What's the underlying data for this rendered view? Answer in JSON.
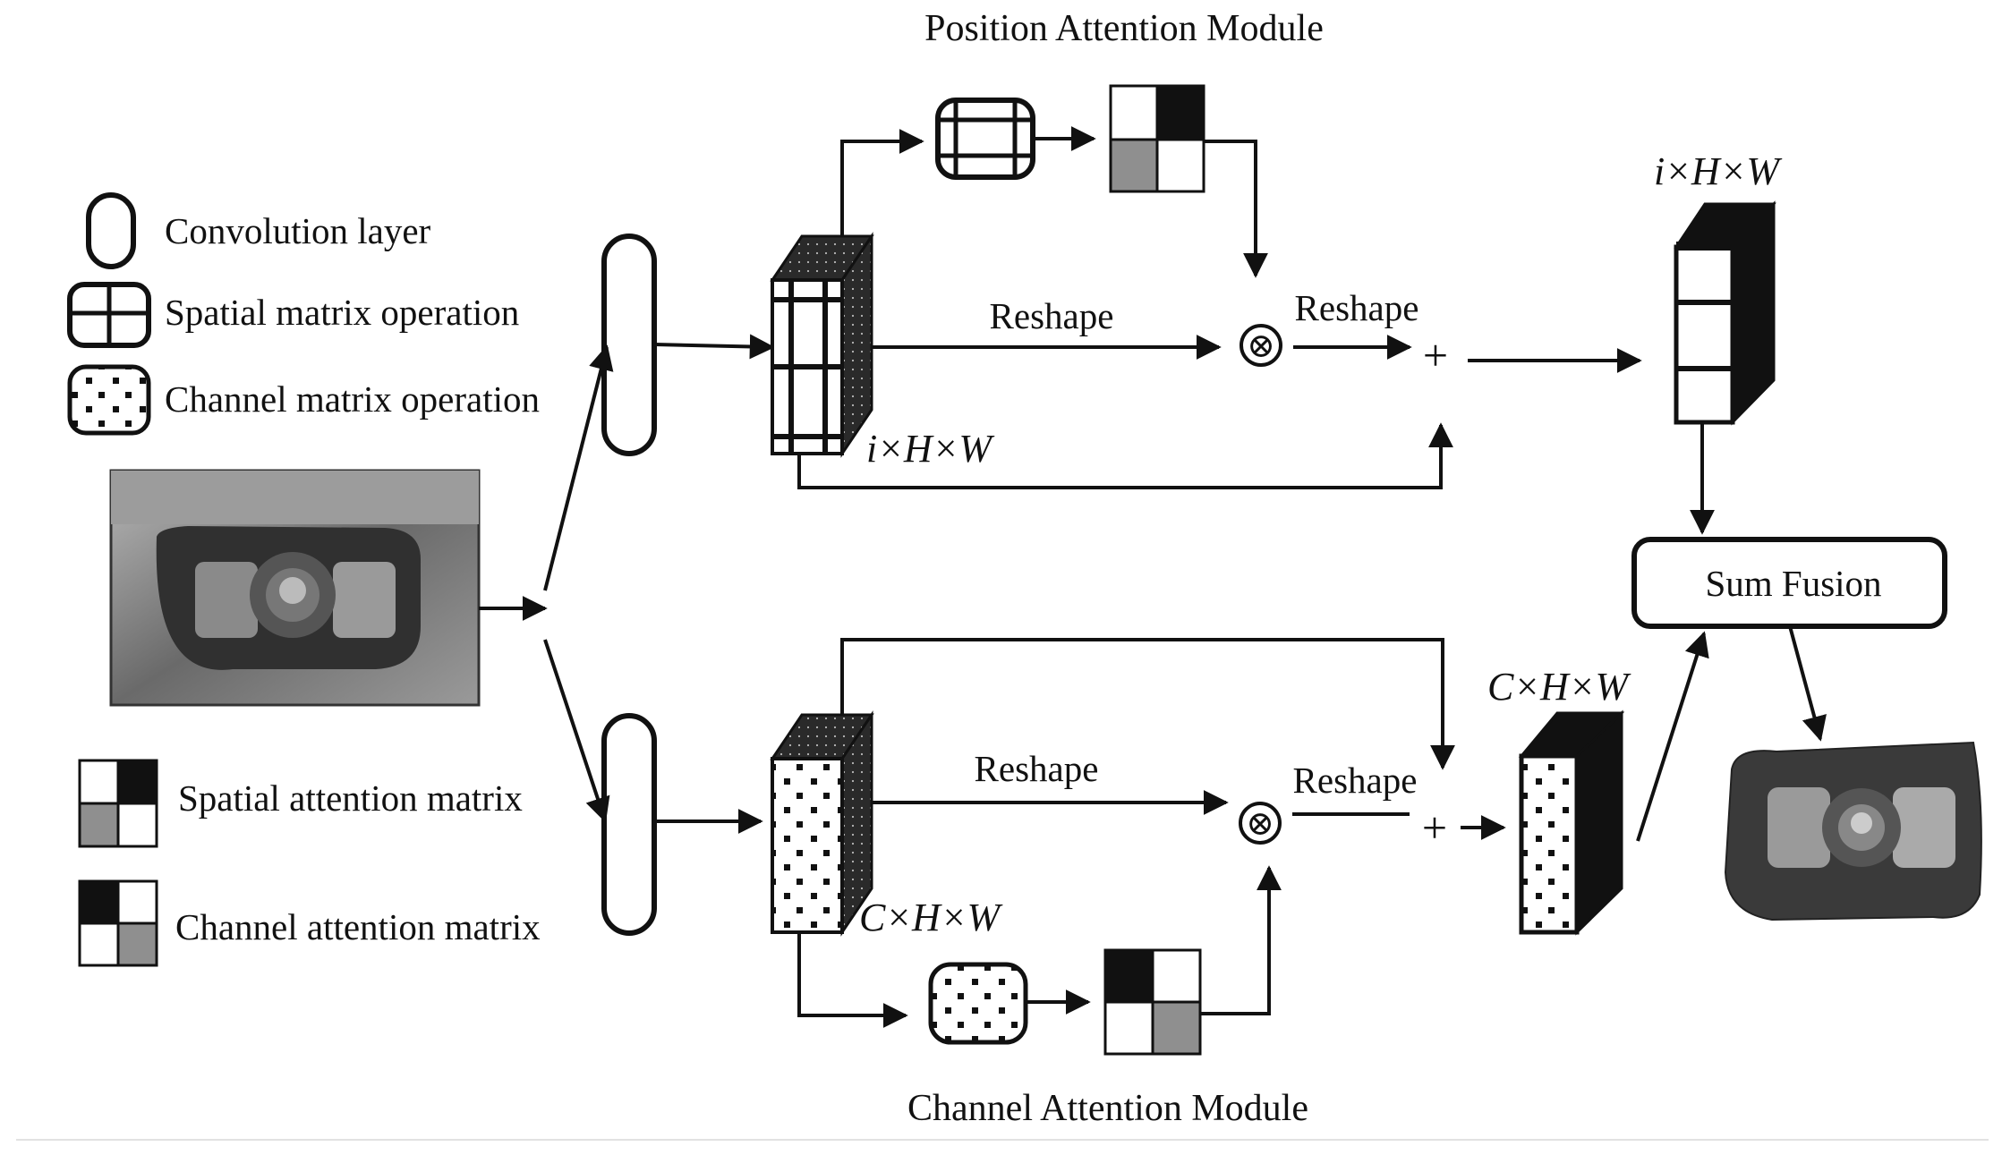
{
  "titles": {
    "top": "Position Attention Module",
    "bottom": "Channel Attention Module"
  },
  "legend": {
    "conv": "Convolution layer",
    "spatial_op": "Spatial matrix operation",
    "channel_op": "Channel matrix operation",
    "spatial_att": "Spatial attention matrix",
    "channel_att": "Channel attention matrix"
  },
  "labels": {
    "reshape_pos_1": "Reshape",
    "reshape_pos_2": "Reshape",
    "reshape_ch_1": "Reshape",
    "reshape_ch_2": "Reshape",
    "ixhxw_pos_box": "i×H×W",
    "ixhxw_out": "i×H×W",
    "cxhxw_ch_box": "C×H×W",
    "cxhxw_out": "C×H×W",
    "sum_fusion": "Sum Fusion",
    "multiply_symbol": "⊗",
    "add_symbol": "+"
  },
  "colors": {
    "ink": "#111111",
    "gray_cell": "#8f8f8f",
    "dark_face": "#2a2a2a"
  },
  "icons": [
    "convolution-layer-icon",
    "spatial-matrix-icon",
    "channel-matrix-icon",
    "spatial-attention-matrix-icon",
    "channel-attention-matrix-icon",
    "multiply-icon",
    "add-icon",
    "arrow-icon"
  ]
}
